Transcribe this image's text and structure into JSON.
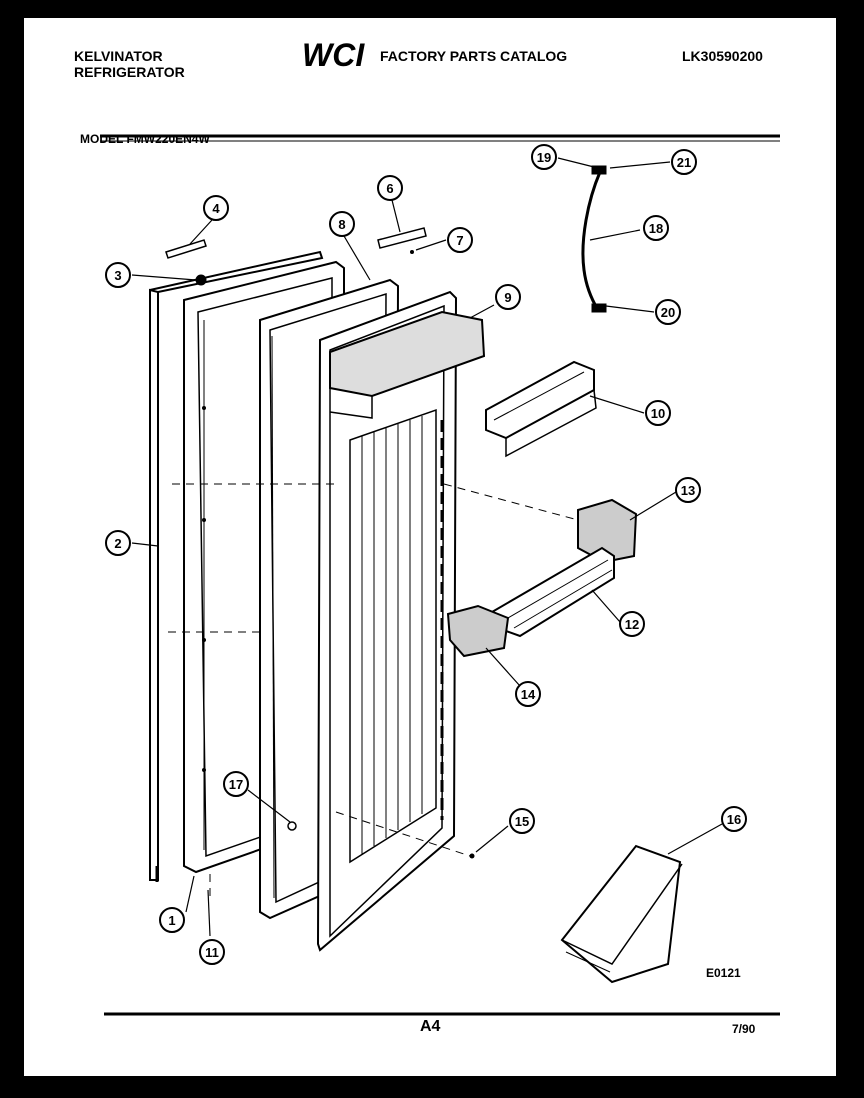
{
  "header": {
    "brand_line1": "KELVINATOR",
    "brand_line2": "REFRIGERATOR",
    "logo_text": "WCI",
    "catalog_title": "FACTORY PARTS CATALOG",
    "catalog_number": "LK30590200",
    "model": "MODEL FMW220EN4W"
  },
  "callouts": [
    {
      "id": "1",
      "label": "1"
    },
    {
      "id": "2",
      "label": "2"
    },
    {
      "id": "3",
      "label": "3"
    },
    {
      "id": "4",
      "label": "4"
    },
    {
      "id": "6",
      "label": "6"
    },
    {
      "id": "7",
      "label": "7"
    },
    {
      "id": "8",
      "label": "8"
    },
    {
      "id": "9",
      "label": "9"
    },
    {
      "id": "10",
      "label": "10"
    },
    {
      "id": "11",
      "label": "11"
    },
    {
      "id": "12",
      "label": "12"
    },
    {
      "id": "13",
      "label": "13"
    },
    {
      "id": "14",
      "label": "14"
    },
    {
      "id": "15",
      "label": "15"
    },
    {
      "id": "16",
      "label": "16"
    },
    {
      "id": "17",
      "label": "17"
    },
    {
      "id": "18",
      "label": "18"
    },
    {
      "id": "19",
      "label": "19"
    },
    {
      "id": "20",
      "label": "20"
    },
    {
      "id": "21",
      "label": "21"
    }
  ],
  "footer": {
    "drawing_code": "E0121",
    "page_number": "A4",
    "date": "7/90"
  }
}
